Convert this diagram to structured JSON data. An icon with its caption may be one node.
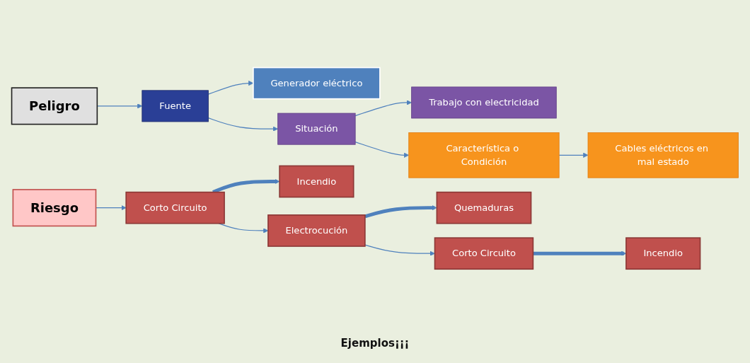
{
  "diagram": {
    "nodes": [
      {
        "text": [
          "Peligro"
        ]
      },
      {
        "text": [
          "Fuente"
        ]
      },
      {
        "text": [
          "Generador eléctrico"
        ]
      },
      {
        "text": [
          "Situación"
        ]
      },
      {
        "text": [
          "Trabajo con electricidad"
        ]
      },
      {
        "text": [
          "Característica o Condición"
        ]
      },
      {
        "text": [
          "Cables eléctricos en mal estado"
        ]
      },
      {
        "text": [
          "Riesgo"
        ]
      },
      {
        "text": [
          "Corto Circuito"
        ]
      },
      {
        "text": [
          "Incendio"
        ]
      },
      {
        "text": [
          "Electrocución"
        ]
      },
      {
        "text": [
          "Quemaduras"
        ]
      },
      {
        "text": [
          "Corto Circuito"
        ]
      },
      {
        "text": [
          "Incendio"
        ]
      }
    ],
    "edges": [
      {
        "from": 0,
        "to": 1,
        "arrow": "to"
      },
      {
        "from": 1,
        "to": 2,
        "arrow": "to"
      },
      {
        "from": 1,
        "to": 3,
        "arrow": "to"
      },
      {
        "from": 3,
        "to": 4,
        "arrow": "to"
      },
      {
        "from": 3,
        "to": 5,
        "arrow": "to"
      },
      {
        "from": 5,
        "to": 6,
        "arrow": "to"
      },
      {
        "from": 7,
        "to": 8,
        "arrow": "to"
      },
      {
        "from": 8,
        "to": 9,
        "arrow": "to",
        "style": "thick"
      },
      {
        "from": 8,
        "to": 10,
        "arrow": "to"
      },
      {
        "from": 10,
        "to": 11,
        "arrow": "to",
        "style": "thick"
      },
      {
        "from": 10,
        "to": 12,
        "arrow": "to"
      },
      {
        "from": 12,
        "to": 13,
        "arrow": "to",
        "style": "thick"
      }
    ],
    "labels": [
      "Ejemplos¡¡¡"
    ]
  }
}
